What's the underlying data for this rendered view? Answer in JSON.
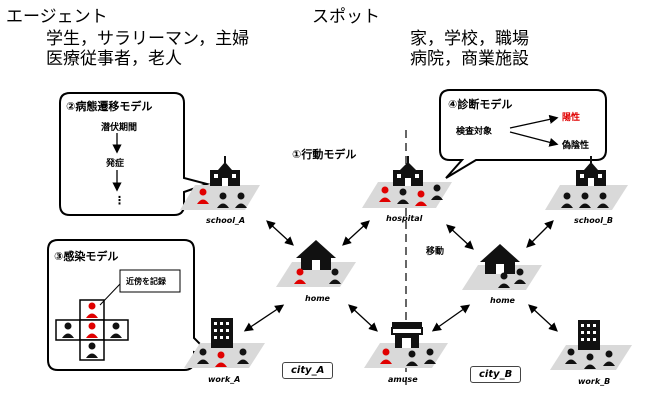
{
  "header": {
    "agents_title": "エージェント",
    "agents_line1": "学生，サラリーマン，主婦",
    "agents_line2": "医療従事者，老人",
    "spots_title": "スポット",
    "spots_line1": "家，学校，職場",
    "spots_line2": "病院，商業施設"
  },
  "models": {
    "behavior": "①行動モデル",
    "disease": {
      "title": "②病態遷移モデル",
      "latent": "潜伏期間",
      "onset": "発症",
      "ellipsis": "⋮"
    },
    "infection": {
      "title": "③感染モデル",
      "record": "近傍を記録"
    },
    "diagnosis": {
      "title": "④診断モデル",
      "target": "検査対象",
      "positive": "陽性",
      "negative": "偽陰性"
    }
  },
  "move_label": "移動",
  "spots": {
    "school_a": "school_A",
    "hospital": "hospital",
    "school_b": "school_B",
    "home_a": "home",
    "home_b": "home",
    "work_a": "work_A",
    "amuse": "amuse",
    "work_b": "work_B"
  },
  "cities": {
    "a": "city_A",
    "b": "city_B"
  },
  "colors": {
    "infected": "#e00000",
    "healthy": "#111111",
    "floor": "#d9d9d9",
    "positive": "#e00000"
  }
}
